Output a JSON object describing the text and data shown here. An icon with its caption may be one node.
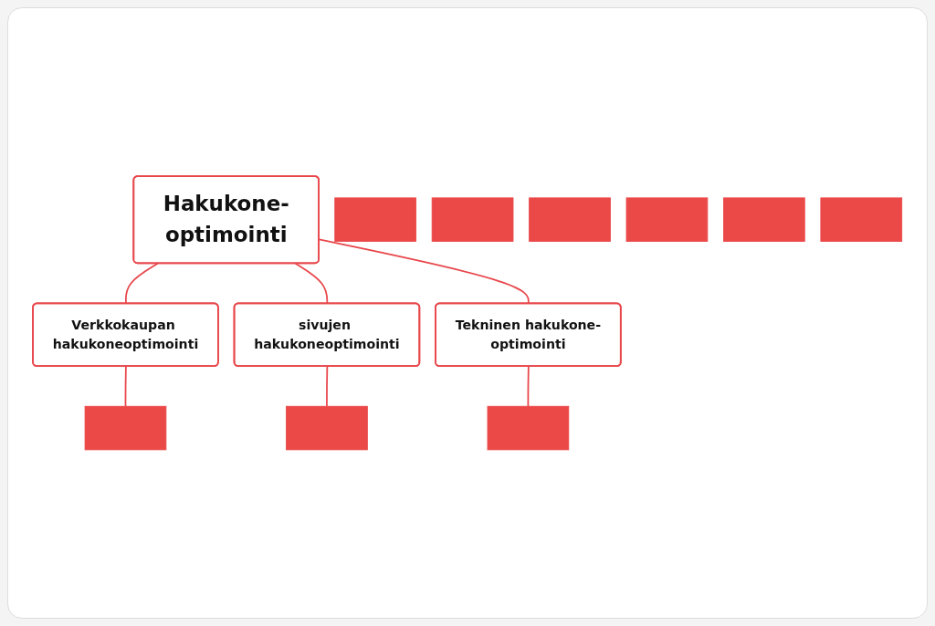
{
  "diagram": {
    "nodes": [
      {
        "text": [
          "Hakukone-optimointi"
        ]
      },
      {
        "text": [
          "Verkkokaupan hakukoneoptimointi"
        ]
      },
      {
        "text": [
          "sivujen hakukoneoptimointi"
        ]
      },
      {
        "text": [
          "Tekninen hakukone-optimointi"
        ]
      },
      {
        "text": [],
        "shape": "box"
      },
      {
        "text": [],
        "shape": "box"
      },
      {
        "text": [],
        "shape": "box"
      },
      {
        "text": [],
        "shape": "box"
      },
      {
        "text": [],
        "shape": "box"
      },
      {
        "text": [],
        "shape": "box"
      },
      {
        "text": [],
        "shape": "box"
      },
      {
        "text": [],
        "shape": "box"
      },
      {
        "text": [],
        "shape": "box"
      }
    ],
    "edges": [
      {
        "from": 0,
        "to": 1,
        "arrow": "none"
      },
      {
        "from": 0,
        "to": 2,
        "arrow": "none"
      },
      {
        "from": 0,
        "to": 3,
        "arrow": "none"
      },
      {
        "from": 1,
        "to": 5,
        "arrow": "none"
      },
      {
        "from": 2,
        "to": 8,
        "arrow": "none"
      },
      {
        "from": 3,
        "to": 11,
        "arrow": "none"
      }
    ]
  }
}
